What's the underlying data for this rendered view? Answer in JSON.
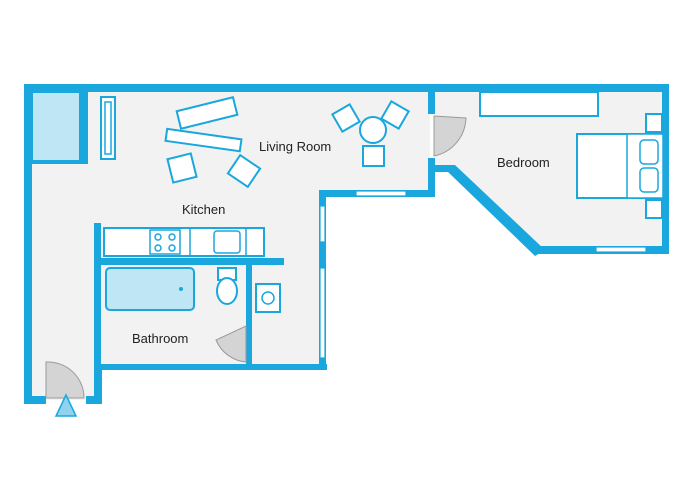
{
  "colors": {
    "wall": "#1aa7dd",
    "floor": "#f2f2f2",
    "fixture_fill": "#bfe6f4",
    "door_swing": "#d4d4d4",
    "entrance_arrow": "#8fd3ef"
  },
  "rooms": {
    "living_room": "Living Room",
    "kitchen": "Kitchen",
    "bedroom": "Bedroom",
    "bathroom": "Bathroom"
  },
  "icons": {
    "entrance": "triangle-up-icon"
  }
}
